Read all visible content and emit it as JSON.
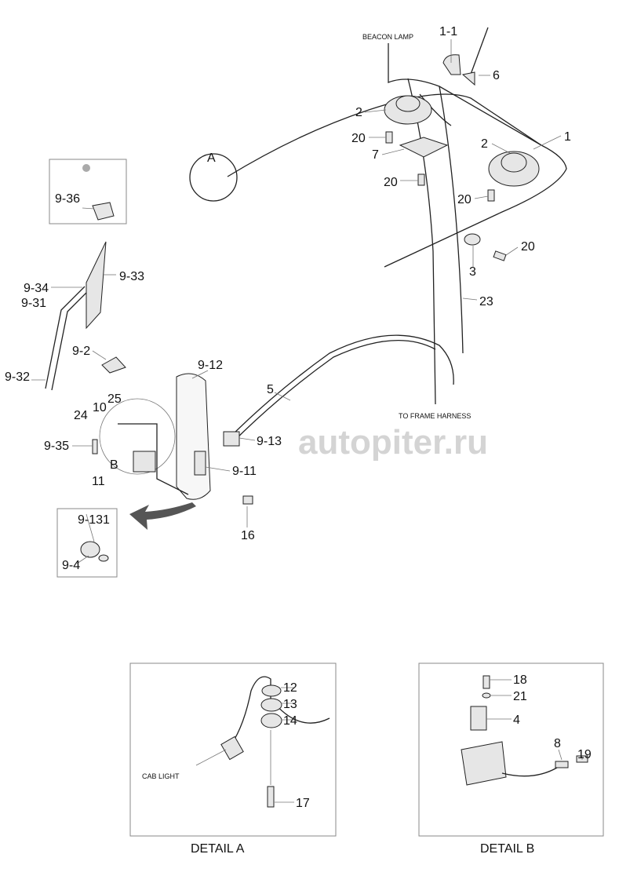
{
  "labels": {
    "beacon_lamp": "BEACON LAMP",
    "p1_1": "1-1",
    "p6": "6",
    "p2a": "2",
    "p20a": "20",
    "p7": "7",
    "p1": "1",
    "p2b": "2",
    "p20b": "20",
    "p20c": "20",
    "p20d": "20",
    "p3": "3",
    "p23": "23",
    "detail_a_marker": "A",
    "p9_36": "9-36",
    "p9_34": "9-34",
    "p9_33": "9-33",
    "p9_31": "9-31",
    "p9_2": "9-2",
    "p9_32": "9-32",
    "p9_12": "9-12",
    "p25": "25",
    "p10": "10",
    "p24": "24",
    "p5": "5",
    "to_frame_harness": "TO FRAME HARNESS",
    "p9_13": "9-13",
    "p9_35": "9-35",
    "detail_b_marker": "B",
    "p11": "11",
    "p9_11": "9-11",
    "p9_131": "9-131",
    "p16": "16",
    "p9_4": "9-4"
  },
  "detail_a": {
    "title": "DETAIL A",
    "p12": "12",
    "p13": "13",
    "p14": "14",
    "cab_light": "CAB LIGHT",
    "p17": "17"
  },
  "detail_b": {
    "title": "DETAIL B",
    "p18": "18",
    "p21": "21",
    "p4": "4",
    "p8": "8",
    "p19": "19"
  },
  "watermark": "autopiter.ru"
}
